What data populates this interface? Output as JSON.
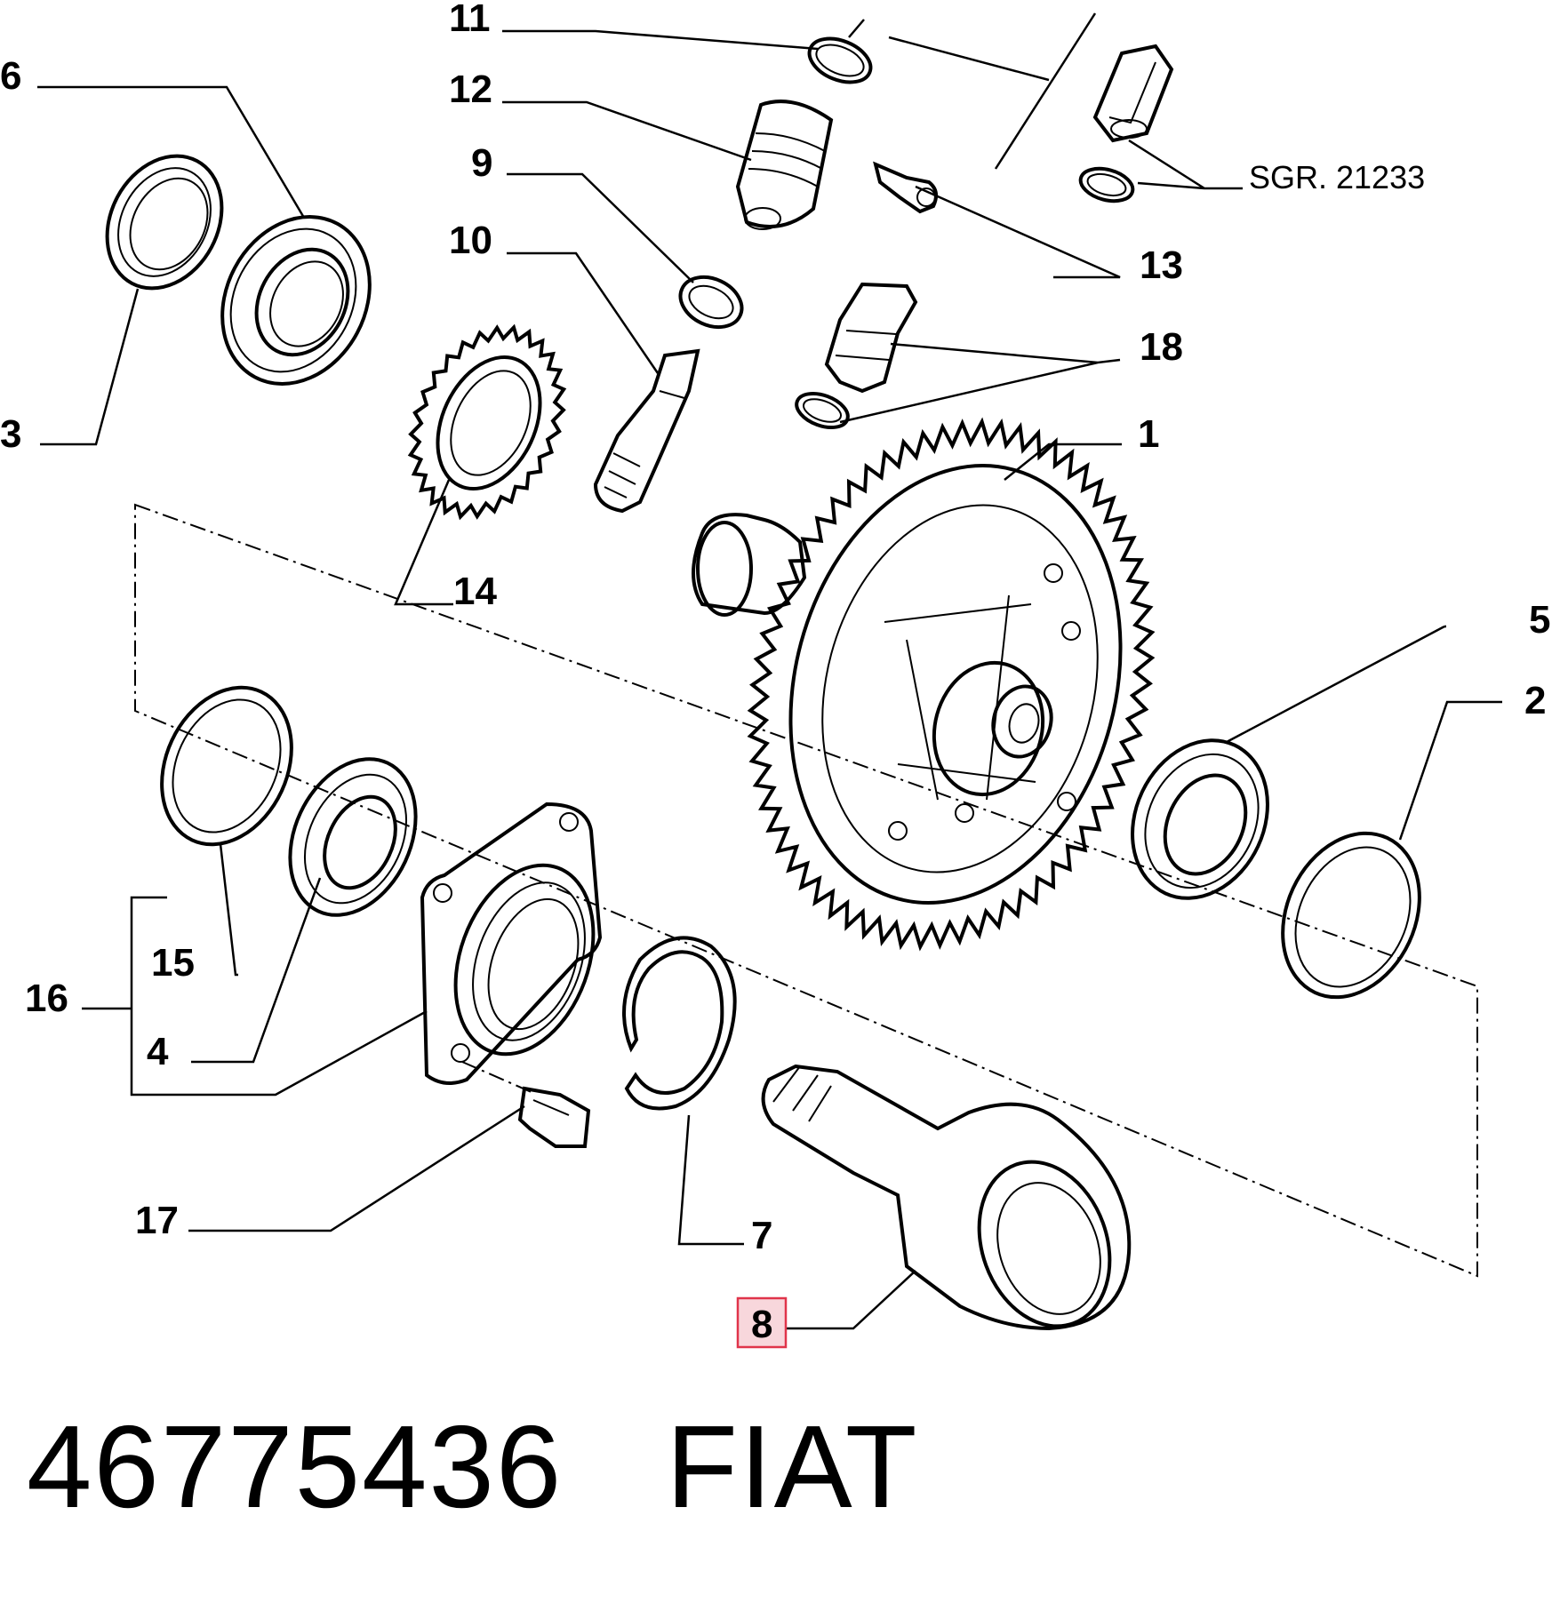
{
  "callouts": [
    {
      "id": "c11",
      "text": "11"
    },
    {
      "id": "c6",
      "text": "6"
    },
    {
      "id": "c12",
      "text": "12"
    },
    {
      "id": "c9",
      "text": "9"
    },
    {
      "id": "c10",
      "text": "10"
    },
    {
      "id": "c13",
      "text": "13"
    },
    {
      "id": "c18",
      "text": "18"
    },
    {
      "id": "c3",
      "text": "3"
    },
    {
      "id": "c1",
      "text": "1"
    },
    {
      "id": "c14",
      "text": "14"
    },
    {
      "id": "c5",
      "text": "5"
    },
    {
      "id": "c2",
      "text": "2"
    },
    {
      "id": "c15",
      "text": "15"
    },
    {
      "id": "c16",
      "text": "16"
    },
    {
      "id": "c4",
      "text": "4"
    },
    {
      "id": "c17",
      "text": "17"
    },
    {
      "id": "c7",
      "text": "7"
    },
    {
      "id": "c8",
      "text": "8",
      "highlighted": true
    }
  ],
  "reference": "SGR. 21233",
  "part_number": "46775436",
  "brand": "FIAT",
  "colors": {
    "highlight_fill": "#f8d7dc",
    "highlight_stroke": "#e0344a"
  }
}
